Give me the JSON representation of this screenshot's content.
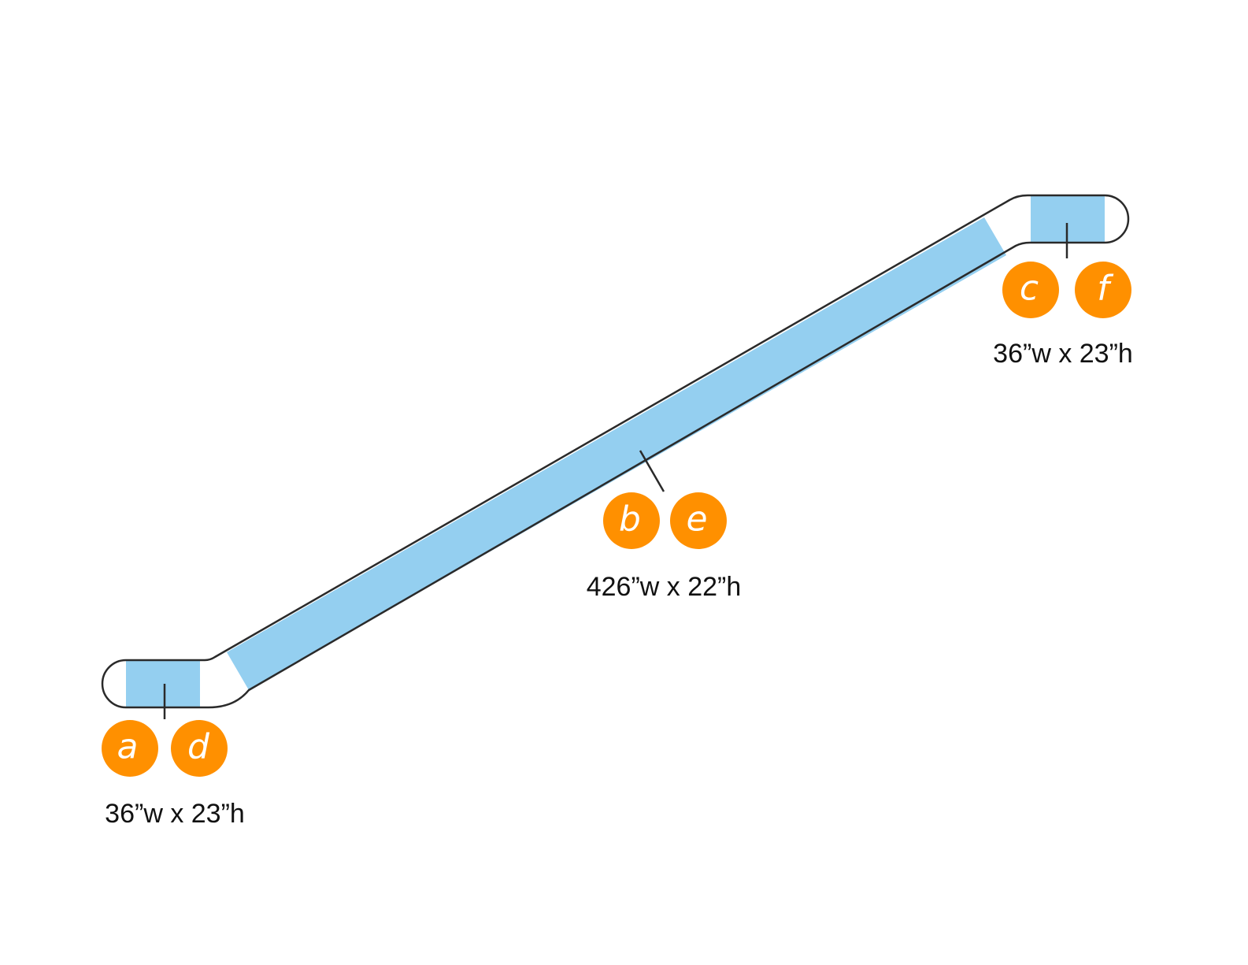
{
  "colors": {
    "panel_fill": "#94cff0",
    "outline": "#2a2a2a",
    "badge": "#ff9000",
    "badge_text": "#ffffff",
    "label_text": "#111111"
  },
  "sections": [
    {
      "id": "bottom-landing",
      "badges": [
        "a",
        "d"
      ],
      "dimension": "36”w x 23”h"
    },
    {
      "id": "incline",
      "badges": [
        "b",
        "e"
      ],
      "dimension": "426”w x 22”h"
    },
    {
      "id": "top-landing",
      "badges": [
        "c",
        "f"
      ],
      "dimension": "36”w x 23”h"
    }
  ]
}
